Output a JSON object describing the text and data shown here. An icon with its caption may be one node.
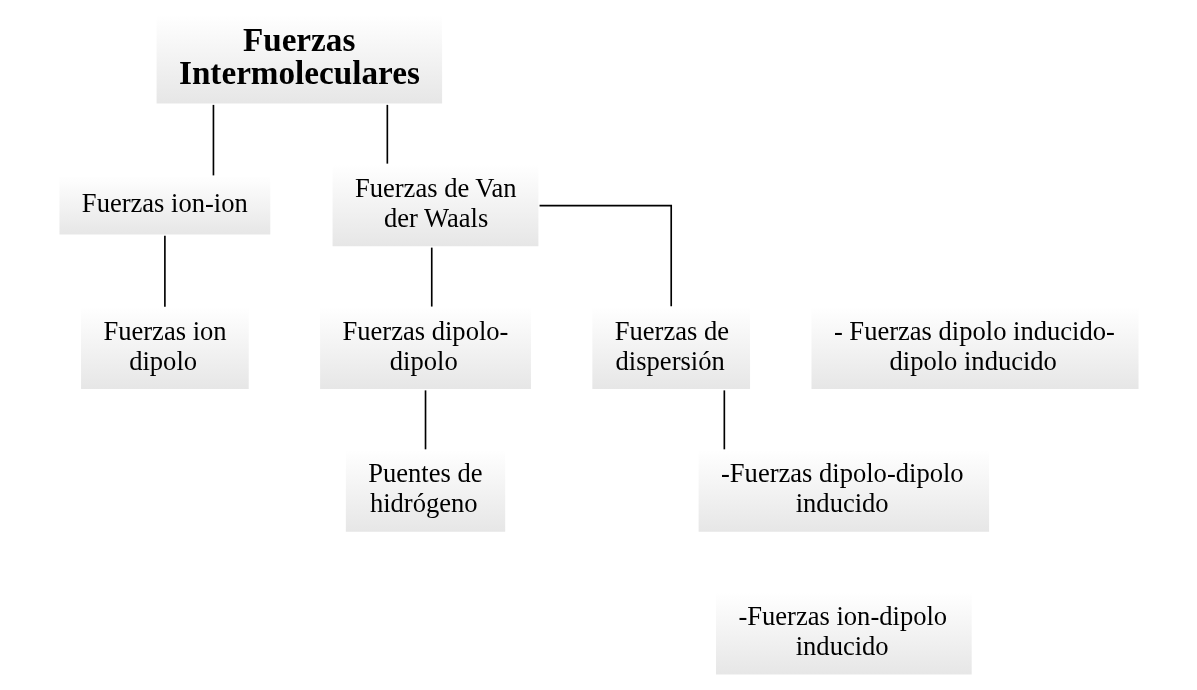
{
  "diagram": {
    "nodes": [
      {
        "text": [
          "Fuerzas Intermoleculares"
        ]
      },
      {
        "text": [
          "Fuerzas ion-ion"
        ]
      },
      {
        "text": [
          "Fuerzas de Van der Waals"
        ]
      },
      {
        "text": [
          "Fuerzas ion dipolo"
        ]
      },
      {
        "text": [
          "Fuerzas dipolo-dipolo"
        ]
      },
      {
        "text": [
          "Fuerzas de dispersión"
        ]
      },
      {
        "text": [
          "Puentes de hidrógeno"
        ]
      },
      {
        "text": [
          "- Fuerzas dipolo inducido-dipolo inducido"
        ]
      },
      {
        "text": [
          "-Fuerzas dipolo-dipolo inducido"
        ]
      },
      {
        "text": [
          "-Fuerzas ion-dipolo inducido"
        ]
      }
    ],
    "edges": [
      {
        "from": 0,
        "to": 1,
        "arrow": "none"
      },
      {
        "from": 0,
        "to": 2,
        "arrow": "none"
      },
      {
        "from": 1,
        "to": 3,
        "arrow": "none"
      },
      {
        "from": 2,
        "to": 4,
        "arrow": "none"
      },
      {
        "from": 2,
        "to": 5,
        "arrow": "none"
      },
      {
        "from": 4,
        "to": 6,
        "arrow": "none"
      },
      {
        "from": 5,
        "to": 8,
        "arrow": "none"
      }
    ]
  }
}
